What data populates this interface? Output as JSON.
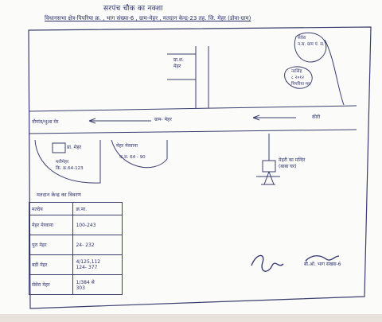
{
  "header": {
    "title": "सरपंच चौक का नक्शा",
    "subtitle": "विधानसभा क्षेत्र-पिपरिया क्र. , भाग संख्या-6 , ग्राम-मेहर , मतदान केन्द्र-23 तह. जि. मेहर (डोवा-ग्राम)"
  },
  "labels": {
    "top_building": "प्रा.श.\nमेहर",
    "right_top_tree": "सेवेरा\nन.स. ग्राम पं. स.",
    "right_mid": "नरसिंह\n८ २०१२\nपिपरिया मन",
    "left_road_end": "नौगांव/भुआ मेर",
    "road_center": "ग्राम- मेहर",
    "right_road_end": "कीरी",
    "lower_left_building": "प्रा. मेहर",
    "lower_left_sub": "मतीमेहर\nकि. क्र.64-123",
    "lower_mid_building": "मेहर मेरवाना",
    "lower_mid_sub": "क.स. 64 - 90",
    "temple": "मेहरी का मन्दिर\n(बाबा घर)"
  },
  "legend": {
    "title": "मतदान केन्द्र का विवरण",
    "rows": [
      {
        "left": "मतदेय",
        "right": "क्र.मा."
      },
      {
        "left": "मेहर मेरवाना",
        "right": "100-243"
      },
      {
        "left": "पुरा मेहर",
        "right": "24- 232"
      },
      {
        "left": "बड़ी मेहर",
        "right": "4/125,112\n124- 377"
      },
      {
        "left": "सेवेरा मेहर",
        "right": "1/384 से\n303"
      }
    ]
  },
  "signature": {
    "text": "बी.ओ. भाग संख्या-6"
  }
}
